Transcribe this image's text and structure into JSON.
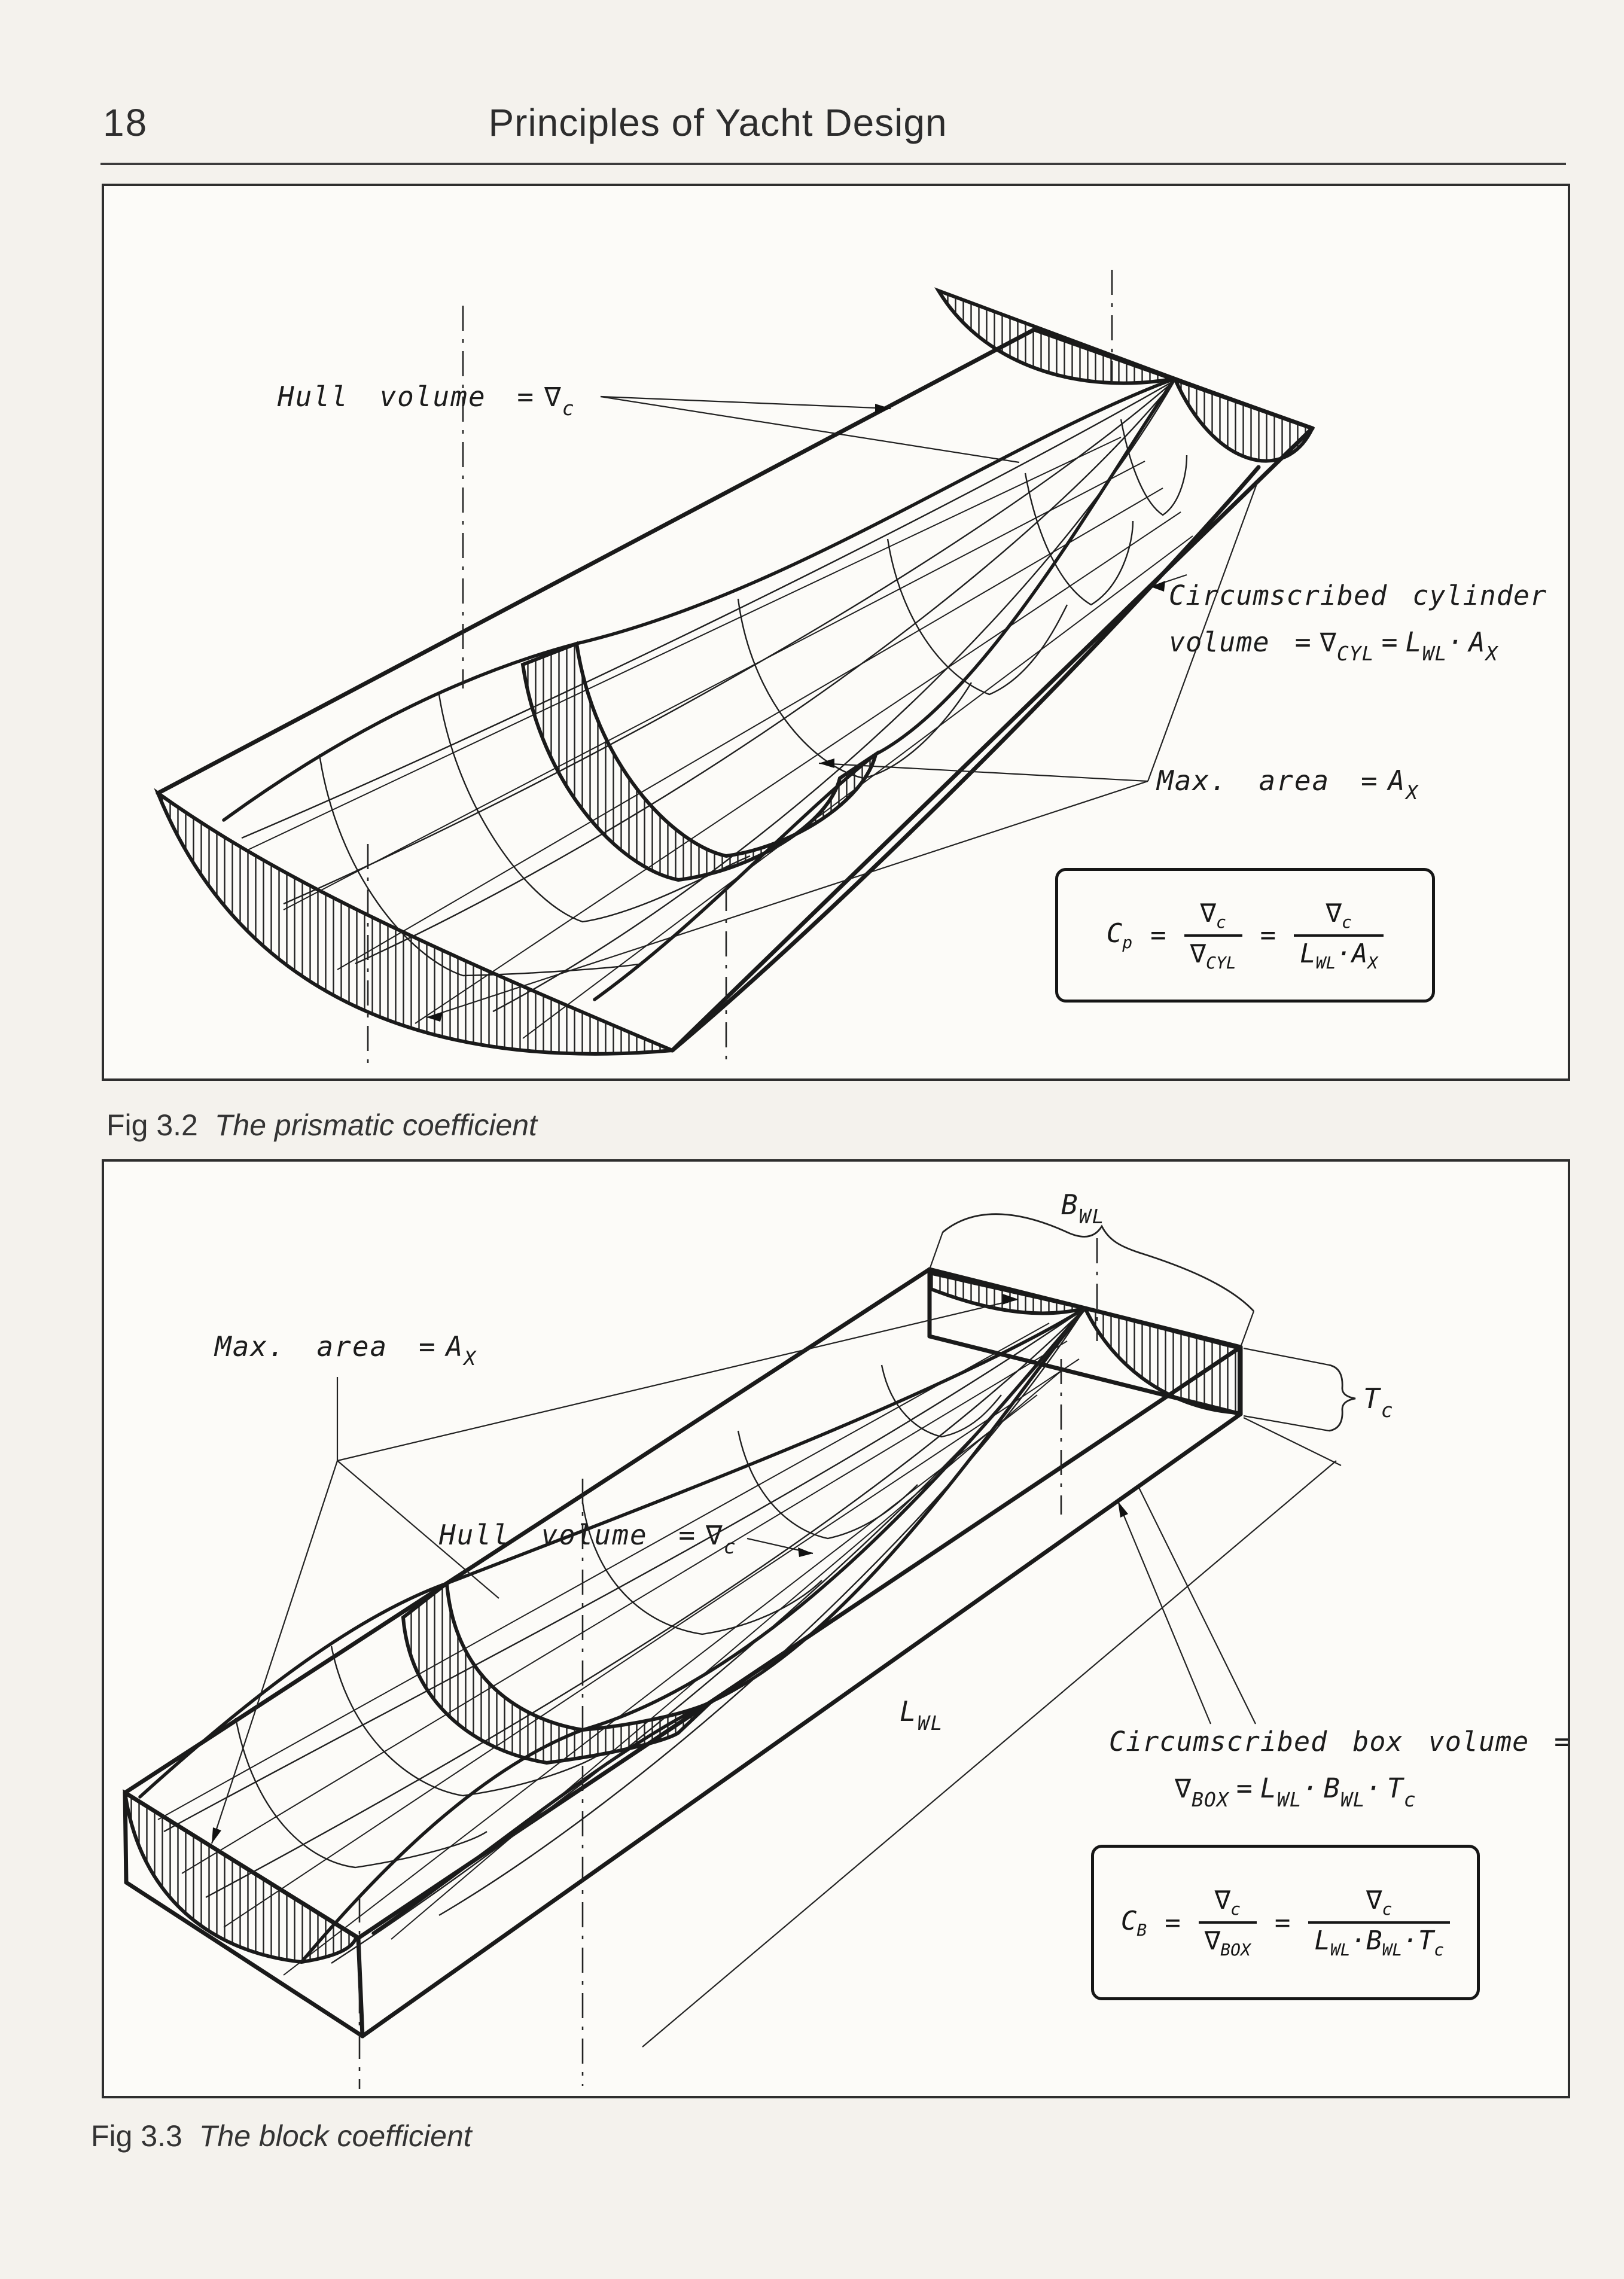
{
  "page": {
    "number": "18",
    "title": "Principles of Yacht Design"
  },
  "fig32": {
    "caption_label": "Fig 3.2",
    "caption_title": "The prismatic coefficient",
    "ann": {
      "hull_volume_text": "Hull volume =",
      "hull_volume_sym": "∇",
      "hull_volume_sub": "c",
      "cyl_line1": "Circumscribed cylinder",
      "cyl_vol": "volume =",
      "cyl_sym": "∇",
      "cyl_sym_sub": "CYL",
      "cyl_eq": "=",
      "cyl_L": "L",
      "cyl_L_sub": "WL",
      "cyl_dot": "·",
      "cyl_A": "A",
      "cyl_A_sub": "X",
      "max_area_text": "Max. area =",
      "max_area_A": "A",
      "max_area_sub": "X"
    },
    "formula": {
      "C": "C",
      "C_sub": "p",
      "eq1": "=",
      "n1": "∇",
      "n1_sub": "c",
      "d1": "∇",
      "d1_sub": "CYL",
      "eq2": "=",
      "n2": "∇",
      "n2_sub": "c",
      "d2_L": "L",
      "d2_L_sub": "WL",
      "d2_dot": "·",
      "d2_A": "A",
      "d2_A_sub": "X"
    }
  },
  "fig33": {
    "caption_label": "Fig 3.3",
    "caption_title": "The block coefficient",
    "ann": {
      "max_area_text": "Max. area =",
      "max_area_A": "A",
      "max_area_sub": "X",
      "hull_volume_text": "Hull volume =",
      "hull_volume_sym": "∇",
      "hull_volume_sub": "c",
      "box_line1": "Circumscribed box volume =",
      "box_sym": "∇",
      "box_sym_sub": "BOX",
      "box_eq": "=",
      "box_L": "L",
      "box_L_sub": "WL",
      "box_dot1": "·",
      "box_B": "B",
      "box_B_sub": "WL",
      "box_dot2": "·",
      "box_T": "T",
      "box_T_sub": "c",
      "bwl_B": "B",
      "bwl_sub": "WL",
      "tc_T": "T",
      "tc_sub": "c",
      "lwl_L": "L",
      "lwl_sub": "WL"
    },
    "formula": {
      "C": "C",
      "C_sub": "B",
      "eq1": "=",
      "n1": "∇",
      "n1_sub": "c",
      "d1": "∇",
      "d1_sub": "BOX",
      "eq2": "=",
      "n2": "∇",
      "n2_sub": "c",
      "d2_L": "L",
      "d2_L_sub": "WL",
      "d2_dot1": "·",
      "d2_B": "B",
      "d2_B_sub": "WL",
      "d2_dot2": "·",
      "d2_T": "T",
      "d2_T_sub": "c"
    }
  }
}
